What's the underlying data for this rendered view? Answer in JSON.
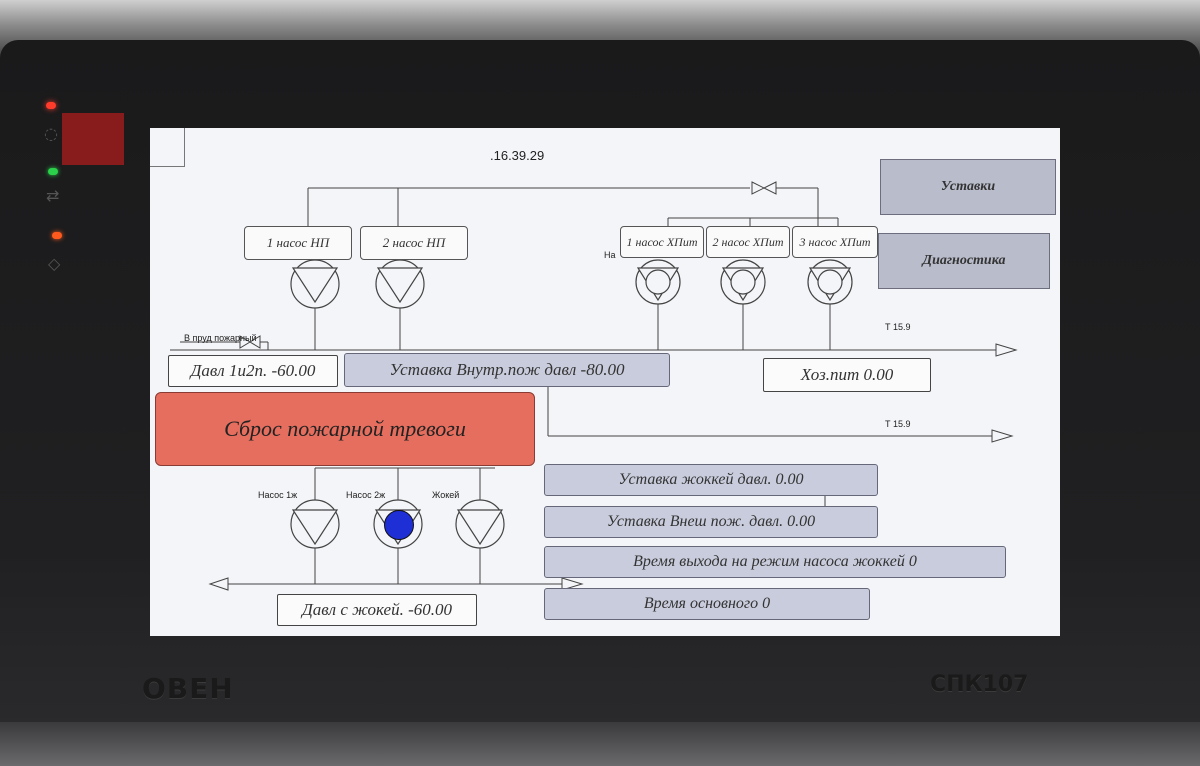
{
  "device": {
    "brand": "ОВЕН",
    "model": "СПК107"
  },
  "hmi": {
    "clock": ".16.39.29",
    "nav": {
      "settings_label": "Уставки",
      "diagnostics_label": "Диагностика"
    },
    "pumps_np": [
      {
        "label": "1 насос НП"
      },
      {
        "label": "2 насос НП"
      }
    ],
    "pumps_xp": [
      {
        "label": "1 насос ХПит"
      },
      {
        "label": "2 насос ХПит"
      },
      {
        "label": "3 насос ХПит"
      }
    ],
    "truncated_label": "На",
    "pond_label": "В пруд пожарный",
    "pressure_1_2": "Давл 1и2п. -60.00",
    "internal_fire_setpoint": "Уставка Внутр.пож давл -80.00",
    "household_supply": "Хоз.пит 0.00",
    "t_label_1": "Т 15.9",
    "t_label_2": "Т 15.9",
    "alarm_reset": "Сброс пожарной тревоги",
    "bottom_pumps": [
      {
        "label": "Насос 1ж",
        "active": false
      },
      {
        "label": "Насос 2ж",
        "active": true
      },
      {
        "label": "Жокей",
        "active": false
      }
    ],
    "jockey_pressure": "Давл с жокей. -60.00",
    "jockey_setpoint": "Уставка жоккей давл. 0.00",
    "external_fire_setpoint": "Уставка Внеш пож. давл. 0.00",
    "jockey_mode_time": "Время выхода на режим насоса жоккей  0",
    "main_time": "Время основного  0"
  },
  "colors": {
    "screen_bg": "#f4f5f8",
    "alarm": "#e66e5e",
    "setting_box": "#c9ccdc",
    "nav_button": "#b9bccb",
    "pump_active": "#1f2fd6"
  }
}
